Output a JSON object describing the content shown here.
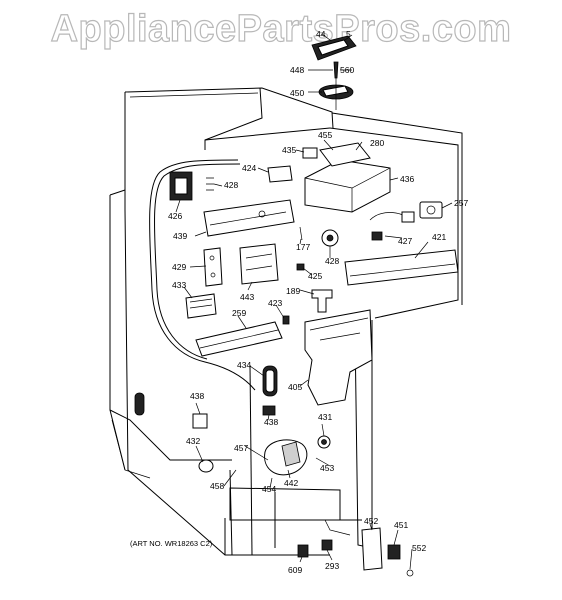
{
  "watermark": "AppliancePartsPros.com",
  "art_number": "(ART NO. WR18263 C2)",
  "callouts": [
    "44",
    "5",
    "448",
    "560",
    "450",
    "455",
    "280",
    "435",
    "424",
    "428",
    "436",
    "257",
    "426",
    "439",
    "177",
    "427",
    "421",
    "429",
    "428",
    "425",
    "189",
    "433",
    "443",
    "423",
    "259",
    "434",
    "405",
    "438",
    "431",
    "438",
    "432",
    "457",
    "442",
    "453",
    "458",
    "454",
    "452",
    "451",
    "552",
    "609",
    "293"
  ]
}
